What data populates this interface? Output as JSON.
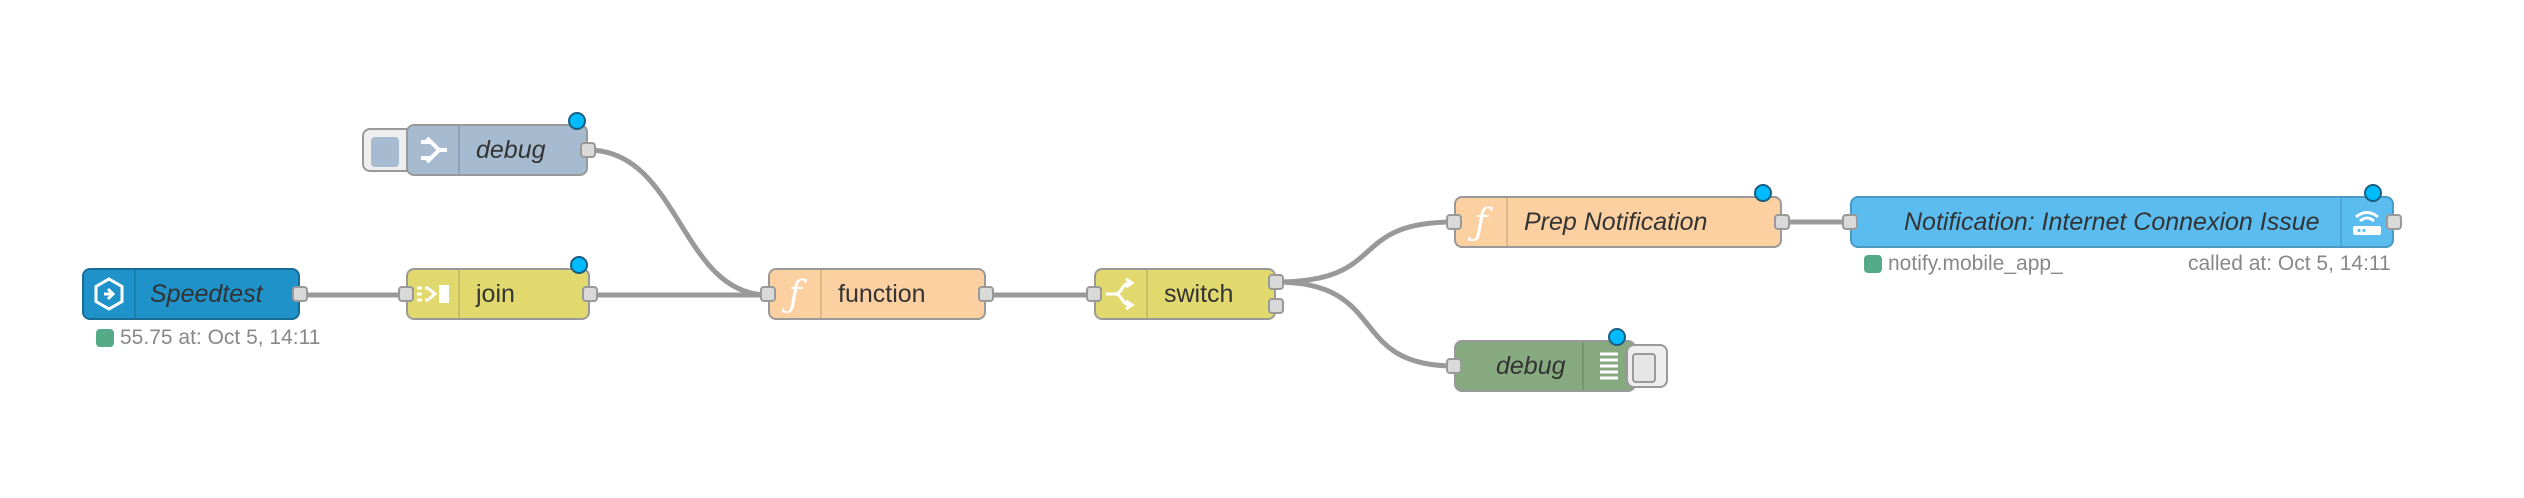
{
  "nodes": {
    "debug_top": {
      "label": "debug",
      "icon": "debug-arrow-icon"
    },
    "speedtest": {
      "label": "Speedtest",
      "icon": "speedtest-icon",
      "status": "55.75 at: Oct 5, 14:11",
      "status_color": "#55aa88"
    },
    "join": {
      "label": "join",
      "icon": "join-icon"
    },
    "function": {
      "label": "function",
      "icon": "function-icon"
    },
    "switch": {
      "label": "switch",
      "icon": "switch-icon"
    },
    "prep": {
      "label": "Prep Notification",
      "icon": "function-icon"
    },
    "notify": {
      "label": "Notification: Internet Connexion Issue",
      "icon": "wifi-router-icon",
      "status_service": "notify.mobile_app_",
      "status_called": "called at: Oct 5, 14:11"
    },
    "debug_bottom": {
      "label": "debug",
      "icon": "debug-list-icon"
    }
  },
  "colors": {
    "debug": "#87a980",
    "debug_top": "#a6bbcf",
    "function": "#fdd0a2",
    "join": "#e2d96e",
    "switch": "#e2d96e",
    "speedtest": "#1f92c9",
    "notify": "#5bbcf0",
    "changed_dot": "#00bcff",
    "wire": "#999999"
  }
}
